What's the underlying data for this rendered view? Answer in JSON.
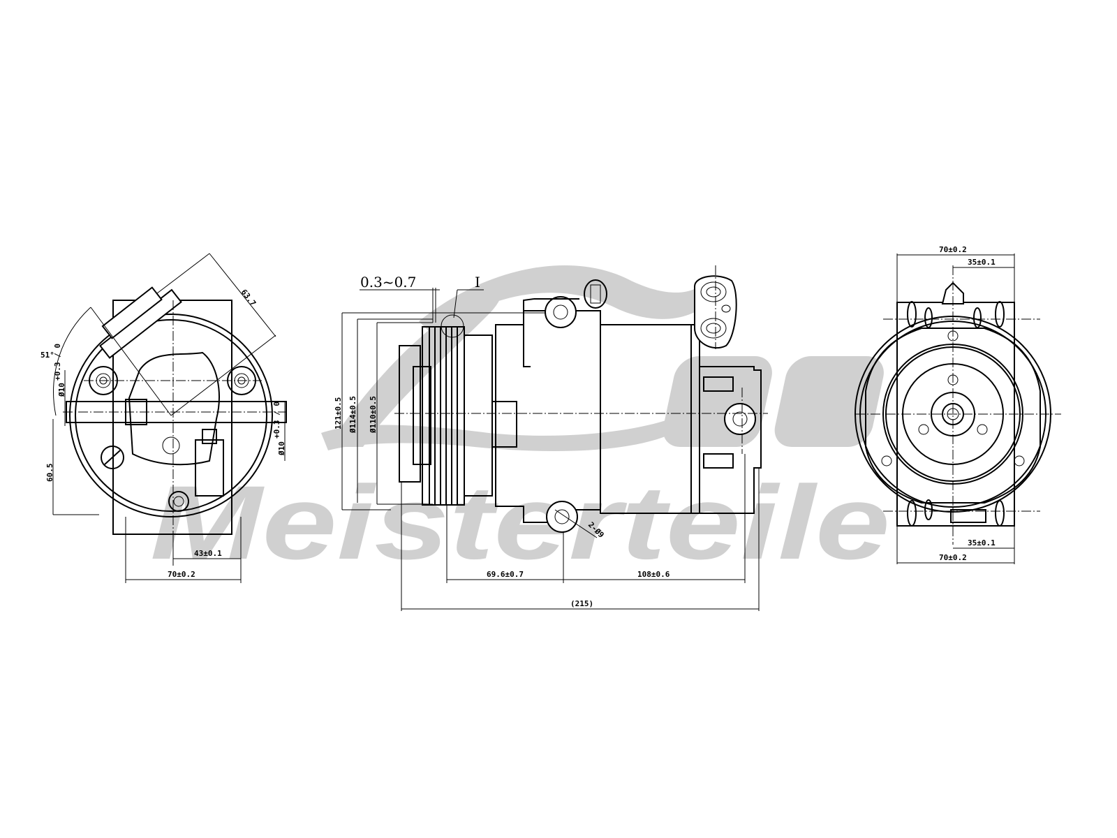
{
  "drawing": {
    "title": "A/C compressor dimensional drawing",
    "watermark": {
      "brand_text": "Meisterteile",
      "color": "#d0d0d0"
    },
    "views": {
      "left_end_view": {
        "dimensions": {
          "angle": "51°",
          "diagonal": "63.7",
          "hole_dia_upper": "Ø10",
          "hole_dia_upper_tol": "+0.3 / 0",
          "hole_dia_right": "Ø10",
          "hole_dia_right_tol": "+0.3 / 0",
          "vertical_offset": "60.5",
          "inner_width": "43±0.1",
          "outer_width": "70±0.2"
        }
      },
      "side_view": {
        "dimensions": {
          "air_gap": "0.3~0.7",
          "detail_label": "I",
          "outer_dia": "121±0.5",
          "pulley_dia_1": "Ø114±0.5",
          "pulley_dia_2": "Ø110±0.5",
          "mount_hole": "2-Ø9",
          "pulley_to_mount": "69.6±0.7",
          "mount_to_rear": "108±0.6",
          "overall_length": "(215)"
        }
      },
      "right_end_view": {
        "dimensions": {
          "top_outer_width": "70±0.2",
          "top_half_width": "35±0.1",
          "bottom_half_width": "35±0.1",
          "bottom_outer_width": "70±0.2"
        }
      }
    },
    "colors": {
      "line": "#000000",
      "background": "#ffffff",
      "watermark": "#d0d0d0"
    }
  }
}
